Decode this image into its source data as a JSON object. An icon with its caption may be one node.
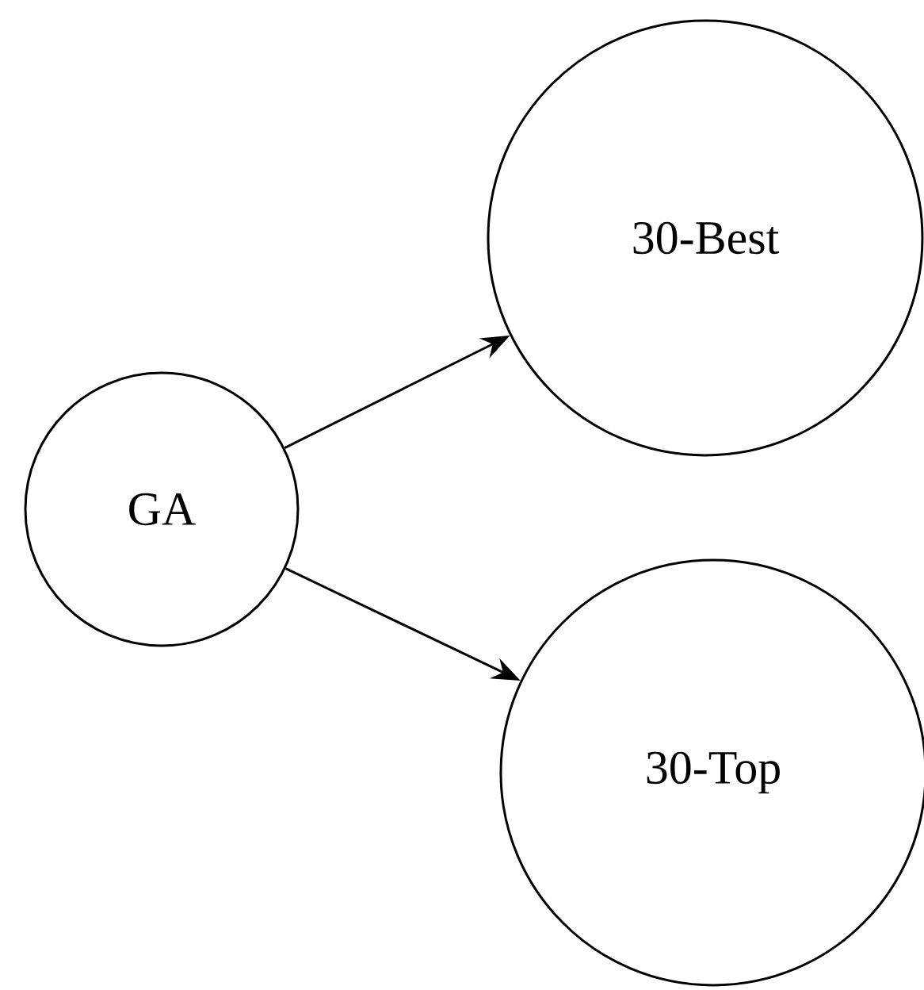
{
  "diagram": {
    "nodes": [
      {
        "text": [
          "GA"
        ]
      },
      {
        "text": [
          "30-Best"
        ]
      },
      {
        "text": [
          "30-Top"
        ]
      }
    ],
    "edges": [
      {
        "from": 0,
        "to": 1,
        "arrow": "to"
      },
      {
        "from": 0,
        "to": 2,
        "arrow": "to"
      }
    ]
  }
}
